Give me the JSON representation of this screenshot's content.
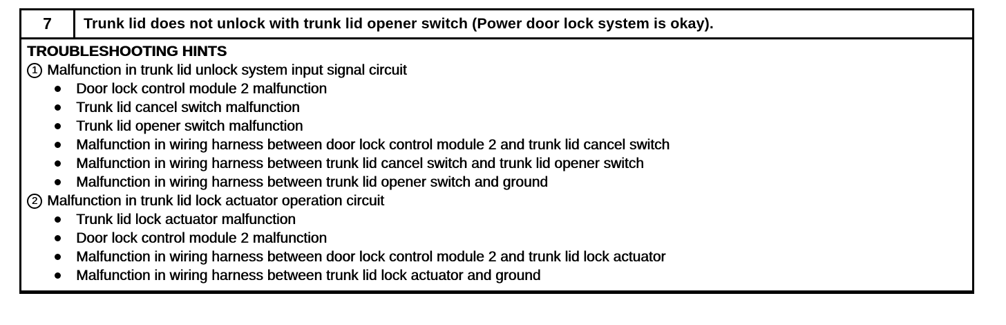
{
  "table": {
    "row_number": "7",
    "symptom": "Trunk lid does not unlock with trunk lid opener switch (Power door lock system is okay).",
    "hints_heading": "TROUBLESHOOTING HINTS",
    "sections": [
      {
        "marker": "1",
        "title": "Malfunction in trunk lid unlock system input signal circuit",
        "causes": [
          "Door lock control module 2 malfunction",
          "Trunk lid cancel switch malfunction",
          "Trunk lid opener switch malfunction",
          "Malfunction in wiring harness between door lock control module 2 and trunk lid cancel switch",
          "Malfunction in wiring harness between trunk lid cancel switch and trunk lid opener switch",
          "Malfunction in wiring harness between trunk lid opener switch and ground"
        ]
      },
      {
        "marker": "2",
        "title": "Malfunction in trunk lid lock actuator operation circuit",
        "causes": [
          "Trunk lid lock actuator malfunction",
          "Door lock control module 2 malfunction",
          "Malfunction in wiring harness between door lock control module 2 and trunk lid lock actuator",
          "Malfunction in wiring harness between trunk lid lock actuator and ground"
        ]
      }
    ]
  }
}
